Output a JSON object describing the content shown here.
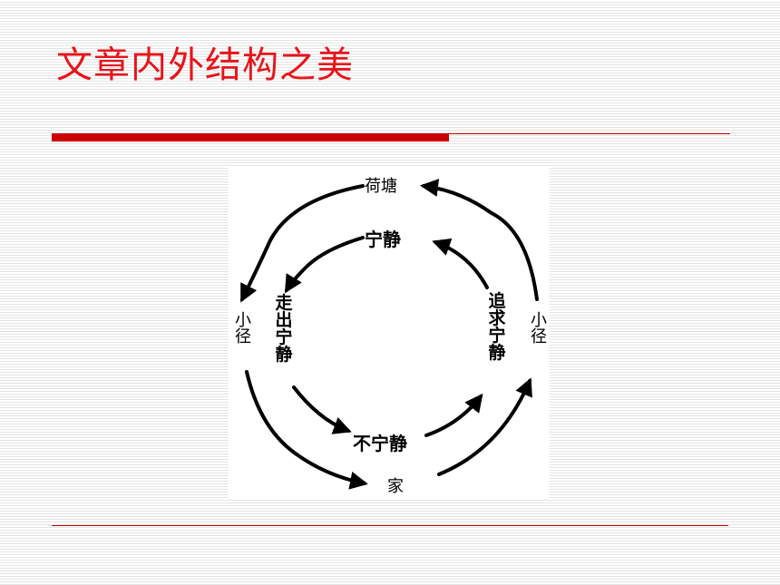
{
  "slide": {
    "title": "文章内外结构之美"
  },
  "diagram": {
    "labels": {
      "outer_top": "荷塘",
      "inner_top": "宁静",
      "outer_left": "小径",
      "inner_left": "走出宁静",
      "inner_right": "追求宁静",
      "outer_right": "小径",
      "inner_bottom": "不宁静",
      "outer_bottom": "家"
    }
  }
}
